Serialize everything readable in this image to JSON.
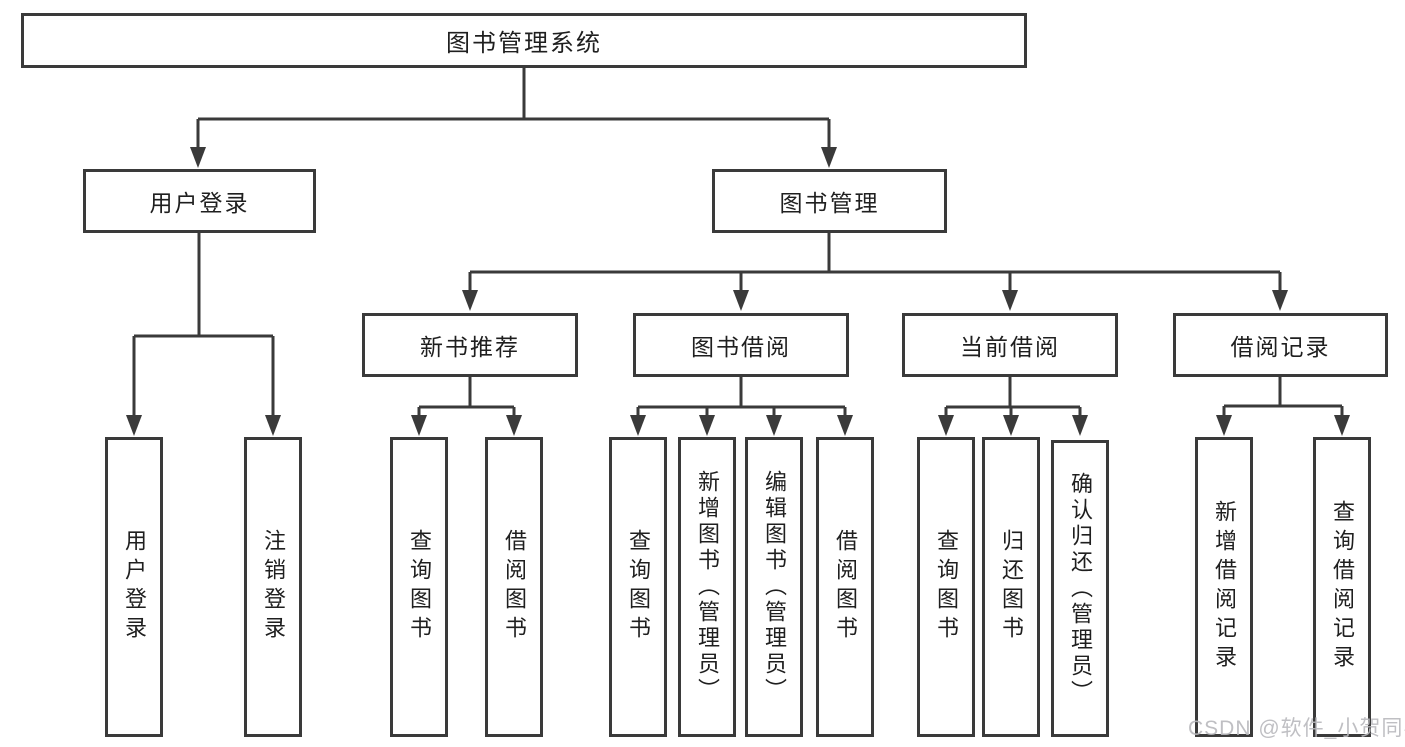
{
  "watermark": "CSDN @软件_小贺同学",
  "colors": {
    "background": "#ffffff",
    "line": "#3a3a3a",
    "border": "#3a3a3a",
    "text": "#1f1f1f",
    "watermark": "#b9b9bd"
  },
  "tree": {
    "label": "图书管理系统",
    "children": [
      {
        "label": "用户登录",
        "children": [
          {
            "label": "用户登录"
          },
          {
            "label": "注销登录"
          }
        ]
      },
      {
        "label": "图书管理",
        "children": [
          {
            "label": "新书推荐",
            "children": [
              {
                "label": "查询图书"
              },
              {
                "label": "借阅图书"
              }
            ]
          },
          {
            "label": "图书借阅",
            "children": [
              {
                "label": "查询图书"
              },
              {
                "label": "新增图书（管理员）"
              },
              {
                "label": "编辑图书（管理员）"
              },
              {
                "label": "借阅图书"
              }
            ]
          },
          {
            "label": "当前借阅",
            "children": [
              {
                "label": "查询图书"
              },
              {
                "label": "归还图书"
              },
              {
                "label": "确认归还（管理员）"
              }
            ]
          },
          {
            "label": "借阅记录",
            "children": [
              {
                "label": "新增借阅记录"
              },
              {
                "label": "查询借阅记录"
              }
            ]
          }
        ]
      }
    ]
  }
}
